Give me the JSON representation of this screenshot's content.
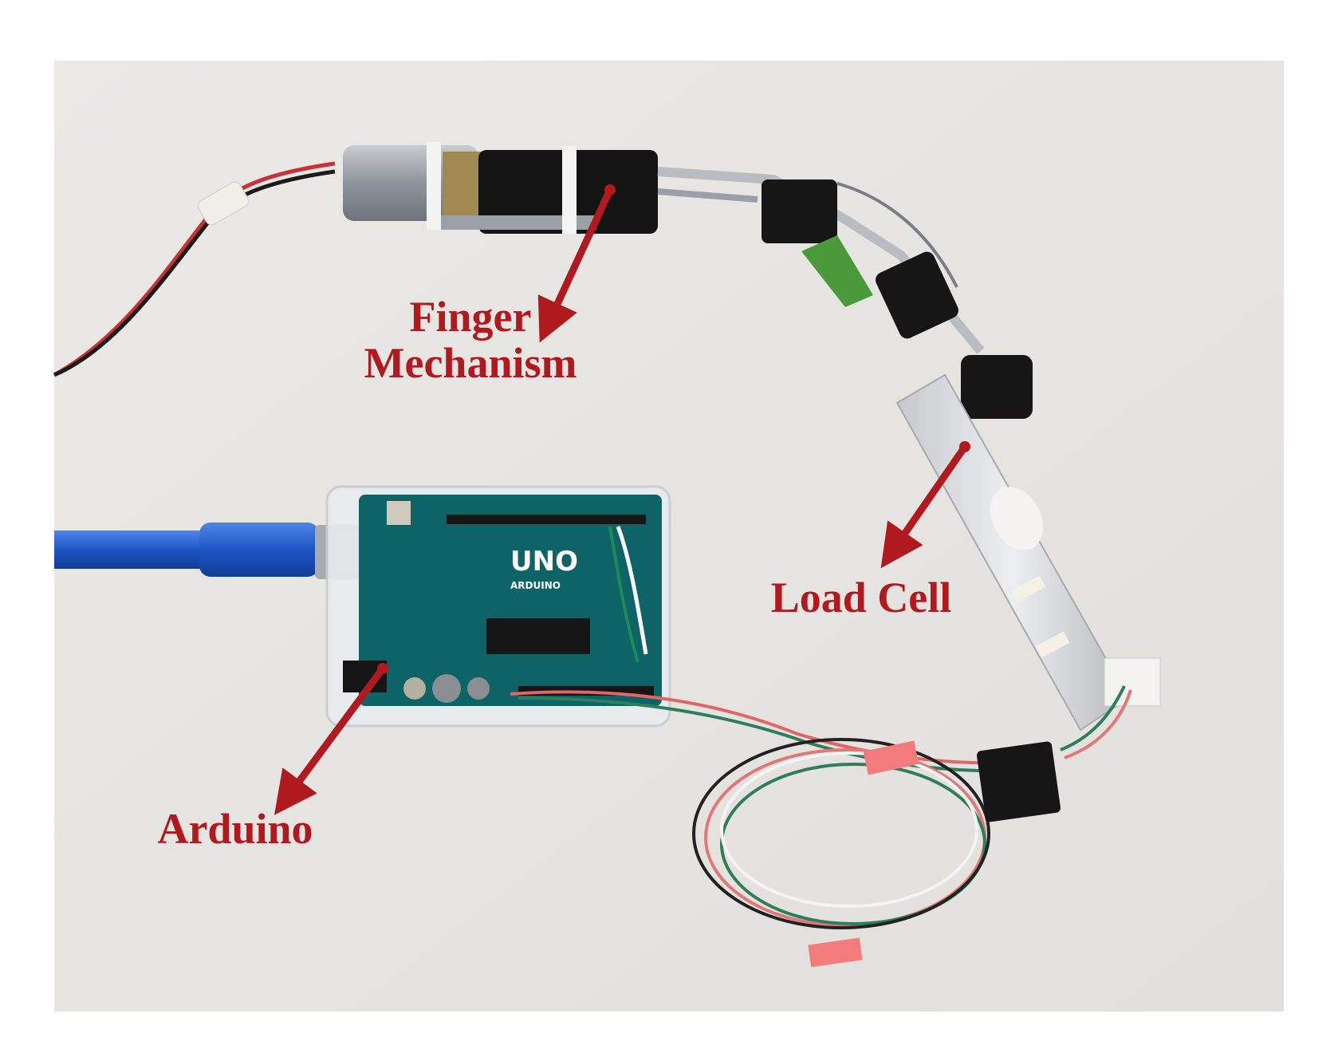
{
  "photo": {
    "background_color": "#e6e4e0",
    "frame_color": "#ffffff"
  },
  "labels": {
    "finger_line1": "Finger",
    "finger_line2": "Mechanism",
    "load_cell": "Load Cell",
    "arduino": "Arduino",
    "color": "#b01a1f"
  },
  "board": {
    "logo": "UNO",
    "brand": "ARDUINO"
  },
  "icons": [
    "arrow-icon"
  ]
}
